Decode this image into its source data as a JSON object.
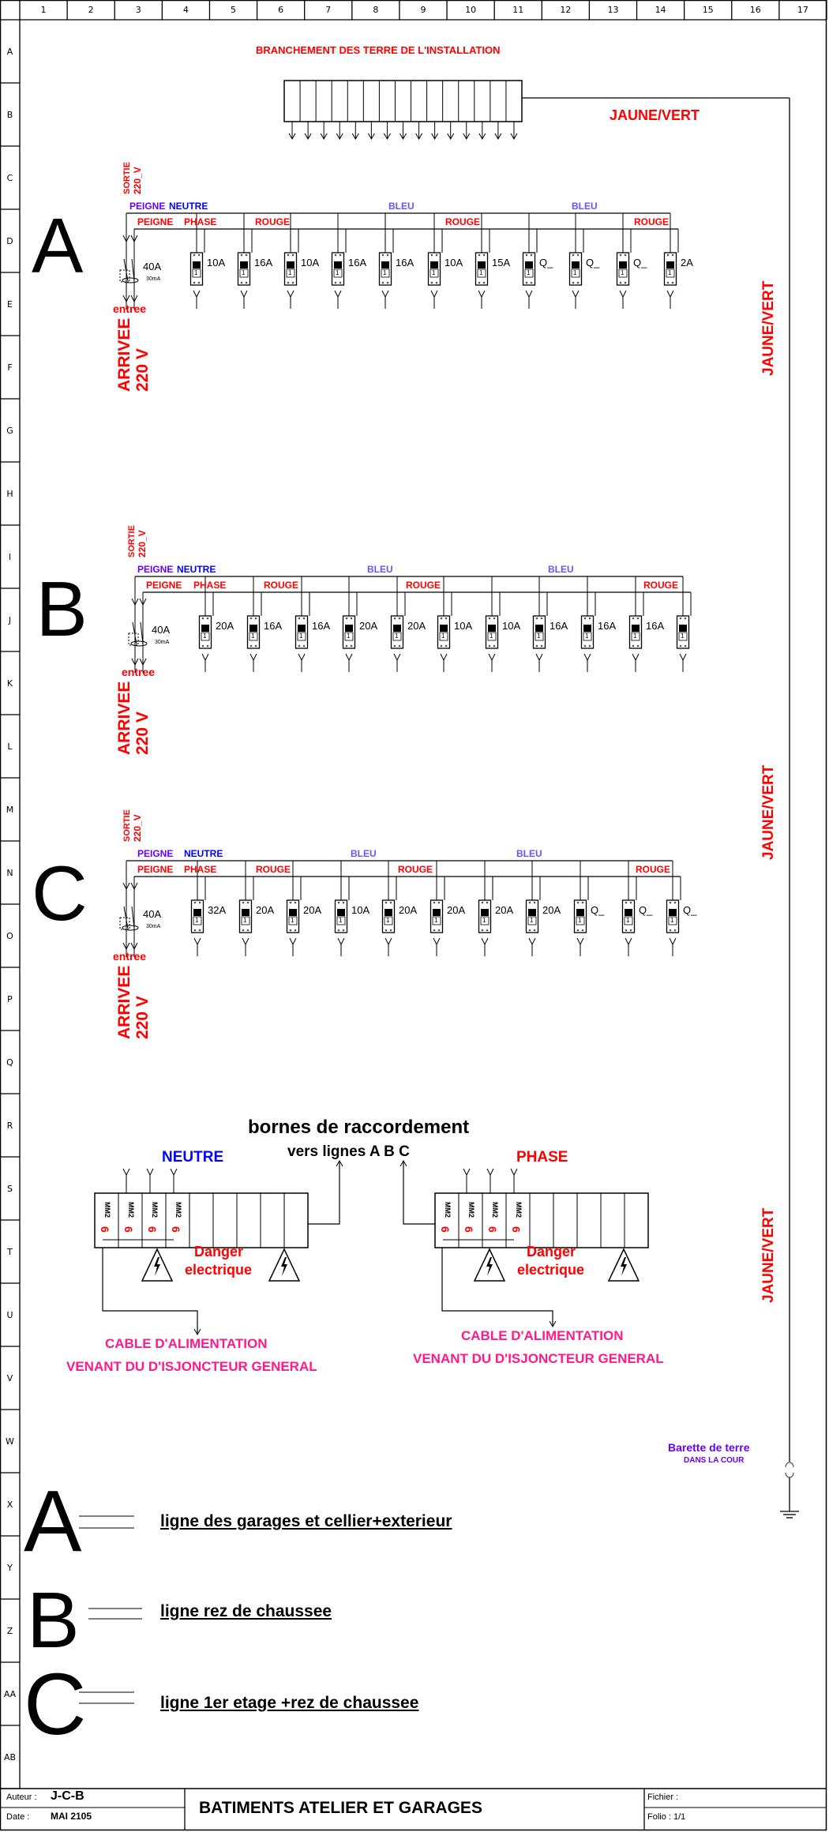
{
  "grid": {
    "columns": [
      "1",
      "2",
      "3",
      "4",
      "5",
      "6",
      "7",
      "8",
      "9",
      "10",
      "11",
      "12",
      "13",
      "14",
      "15",
      "16",
      "17"
    ],
    "rows": [
      "A",
      "B",
      "C",
      "D",
      "E",
      "F",
      "G",
      "H",
      "I",
      "J",
      "K",
      "L",
      "M",
      "N",
      "O",
      "P",
      "Q",
      "R",
      "S",
      "T",
      "U",
      "V",
      "W",
      "X",
      "Y",
      "Z",
      "AA",
      "AB"
    ]
  },
  "earth": {
    "title": "BRANCHEMENT DES TERRE DE L'INSTALLATION",
    "wire_label": "JAUNE/VERT",
    "side_labels": [
      "JAUNE/VERT",
      "JAUNE/VERT",
      "JAUNE/VERT"
    ],
    "barette": "Barette de terre",
    "barette_sub": "DANS LA COUR",
    "bar_terminals": 15
  },
  "panels": [
    {
      "letter": "A",
      "sortie": "SORTIE",
      "sortie_v": "220_V",
      "peigne_neutre": "PEIGNE",
      "neutre": "NEUTRE",
      "peigne_phase": "PEIGNE",
      "phase": "PHASE",
      "rouge_labels": [
        "ROUGE",
        "ROUGE",
        "ROUGE"
      ],
      "bleu_labels": [
        "BLEU",
        "BLEU"
      ],
      "main_rating": "40A",
      "main_sensitivity": "30mA",
      "entree": "entree",
      "arrivee": "ARRIVEE",
      "arrivee_v": "220 V",
      "breaker_marking": "1",
      "breakers": [
        "10A",
        "16A",
        "10A",
        "16A",
        "16A",
        "10A",
        "15A",
        "Q_",
        "Q_",
        "Q_",
        "2A"
      ]
    },
    {
      "letter": "B",
      "sortie": "SORTIE",
      "sortie_v": "220_V",
      "peigne_neutre": "PEIGNE",
      "neutre": "NEUTRE",
      "peigne_phase": "PEIGNE",
      "phase": "PHASE",
      "rouge_labels": [
        "ROUGE",
        "ROUGE",
        "ROUGE"
      ],
      "bleu_labels": [
        "BLEU",
        "BLEU"
      ],
      "main_rating": "40A",
      "main_sensitivity": "30mA",
      "entree": "entree",
      "arrivee": "ARRIVEE",
      "arrivee_v": "220 V",
      "breaker_marking": "1",
      "breakers": [
        "20A",
        "16A",
        "16A",
        "20A",
        "20A",
        "10A",
        "10A",
        "16A",
        "16A",
        "16A",
        ""
      ]
    },
    {
      "letter": "C",
      "sortie": "SORTIE",
      "sortie_v": "220_V",
      "peigne_neutre": "PEIGNE",
      "neutre": "NEUTRE",
      "peigne_phase": "PEIGNE",
      "phase": "PHASE",
      "rouge_labels": [
        "ROUGE",
        "ROUGE",
        "ROUGE"
      ],
      "bleu_labels": [
        "BLEU",
        "BLEU"
      ],
      "main_rating": "40A",
      "main_sensitivity": "30mA",
      "entree": "entree",
      "arrivee": "ARRIVEE",
      "arrivee_v": "220 V",
      "breaker_marking": "1",
      "breakers": [
        "32A",
        "20A",
        "20A",
        "10A",
        "20A",
        "20A",
        "20A",
        "20A",
        "Q_",
        "Q_",
        "Q_"
      ]
    }
  ],
  "terminals": {
    "title": "bornes de raccordement",
    "subtitle": "vers lignes A B C",
    "cell_section": "6",
    "cell_unit": "MM2",
    "left": {
      "label": "NEUTRE",
      "danger": "Danger",
      "danger2": "electrique",
      "cable": "CABLE D'ALIMENTATION",
      "cable2": "VENANT DU D'ISJONCTEUR GENERAL"
    },
    "right": {
      "label": "PHASE",
      "danger": "Danger",
      "danger2": "electrique",
      "cable": "CABLE D'ALIMENTATION",
      "cable2": "VENANT DU D'ISJONCTEUR GENERAL"
    }
  },
  "legend": [
    {
      "letter": "A",
      "text": "ligne des garages et cellier+exterieur"
    },
    {
      "letter": "B",
      "text": "ligne rez de chaussee"
    },
    {
      "letter": "C",
      "text": "ligne 1er etage +rez de chaussee"
    }
  ],
  "title_block": {
    "author_label": "Auteur :",
    "author": "J-C-B",
    "date_label": "Date :",
    "date": "MAI 2105",
    "title": "BATIMENTS ATELIER ET GARAGES",
    "file_label": "Fichier :",
    "folio_label": "Folio : 1/1"
  },
  "colors": {
    "red": "#ff0000",
    "neutral_blue": "#0000ff",
    "peigne_purple": "#6600ff",
    "bleu": "#6655ff",
    "cable_pink": "#ff1a8c"
  }
}
